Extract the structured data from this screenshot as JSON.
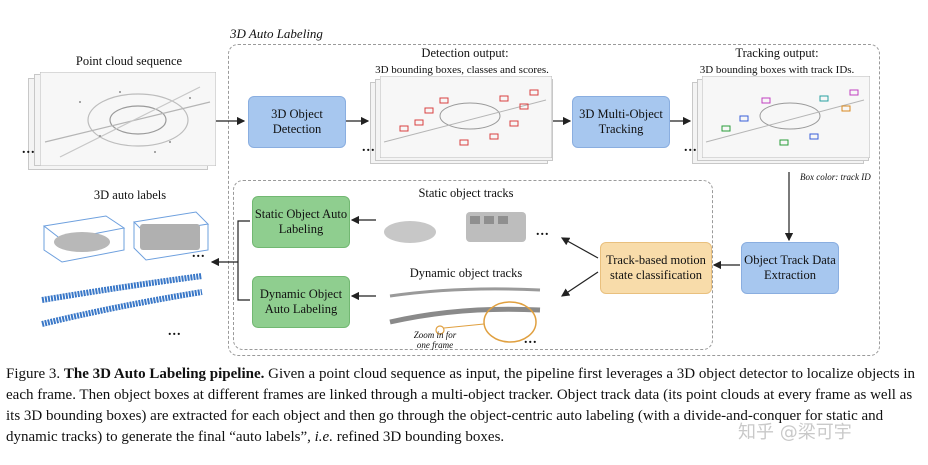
{
  "figure": {
    "auto_labeling_title": "3D Auto Labeling",
    "point_cloud_label": "Point cloud sequence",
    "detection_output_title": "Detection output:",
    "detection_output_subtitle": "3D bounding boxes, classes and scores.",
    "tracking_output_title": "Tracking output:",
    "tracking_output_subtitle": "3D bounding boxes with track IDs.",
    "box_color_note": "Box color: track ID",
    "auto_labels_title": "3D auto labels",
    "static_tracks_label": "Static object tracks",
    "dynamic_tracks_label": "Dynamic object tracks",
    "zoom_note_line1": "Zoom in for",
    "zoom_note_line2": "one frame",
    "ellipsis": "...",
    "boxes": {
      "detection": "3D Object Detection",
      "tracking": "3D Multi-Object Tracking",
      "extraction": "Object Track Data Extraction",
      "classification": "Track-based motion state classification",
      "static_labeling": "Static Object Auto Labeling",
      "dynamic_labeling": "Dynamic Object Auto Labeling"
    }
  },
  "caption": {
    "prefix": "Figure 3.",
    "bold_title": "The 3D Auto Labeling pipeline.",
    "part1": " Given a point cloud sequence as input, the pipeline first leverages a 3D object detector to localize objects in each frame. Then object boxes at different frames are linked through a multi-object tracker. Object track data (its point clouds at every frame as well as its 3D bounding boxes) are extracted for each object and then go through the object-centric auto labeling (with a divide-and-conquer for static and dynamic tracks) to generate the final “auto labels”, ",
    "ie": "i.e.",
    "part2": " refined 3D bounding boxes."
  },
  "watermark": "知乎 @梁可宇",
  "colors": {
    "blue_box": "#a7c7ef",
    "green_box": "#8fce8f",
    "orange_box": "#f8dcaa",
    "detection_boxes": "#d94040",
    "auto_label_cloud": "#3a78c8"
  }
}
